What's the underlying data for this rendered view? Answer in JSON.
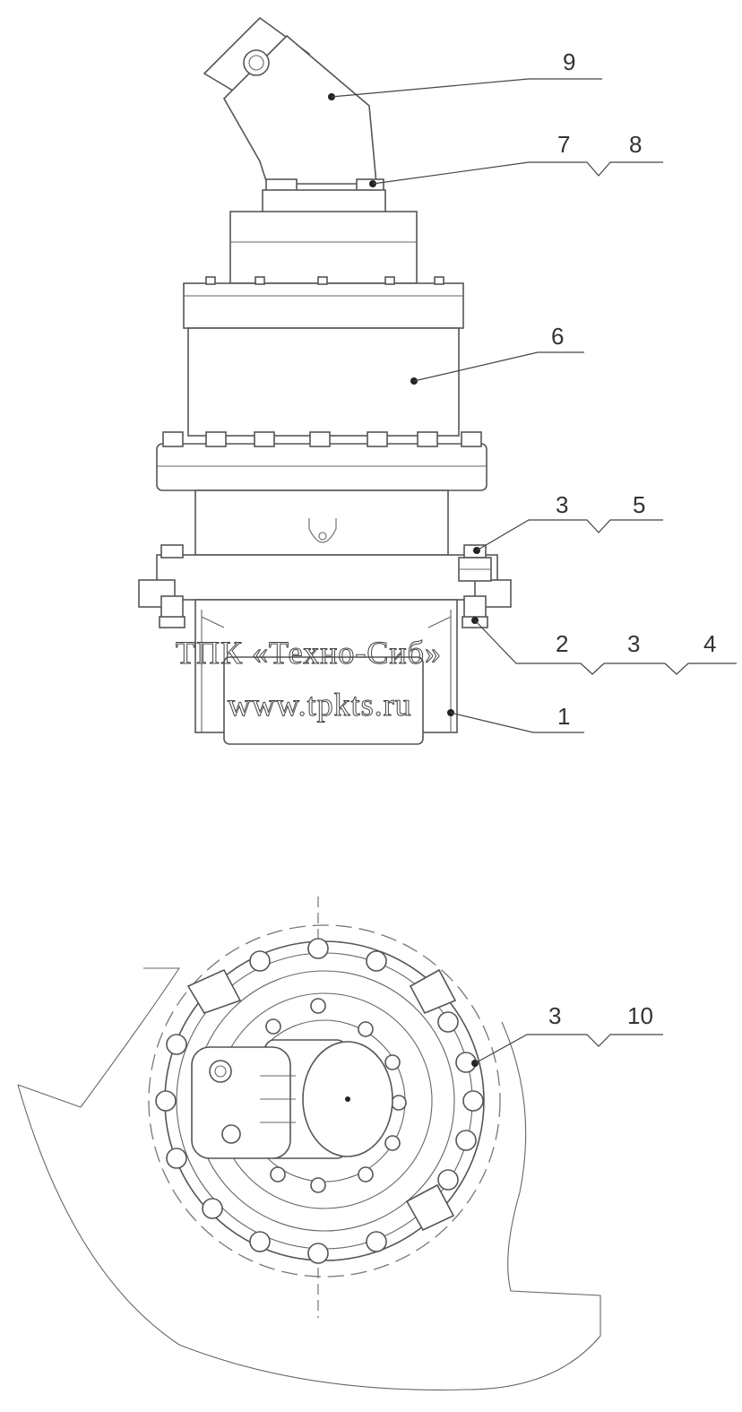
{
  "watermark": {
    "line1": "ТПК «Техно-Сиб»",
    "line2": "www.tpkts.ru"
  },
  "callouts": {
    "c9": "9",
    "c7": "7",
    "c8": "8",
    "c6": "6",
    "c3a": "3",
    "c5": "5",
    "c2": "2",
    "c3b": "3",
    "c4": "4",
    "c1": "1",
    "c3c": "3",
    "c10": "10"
  }
}
